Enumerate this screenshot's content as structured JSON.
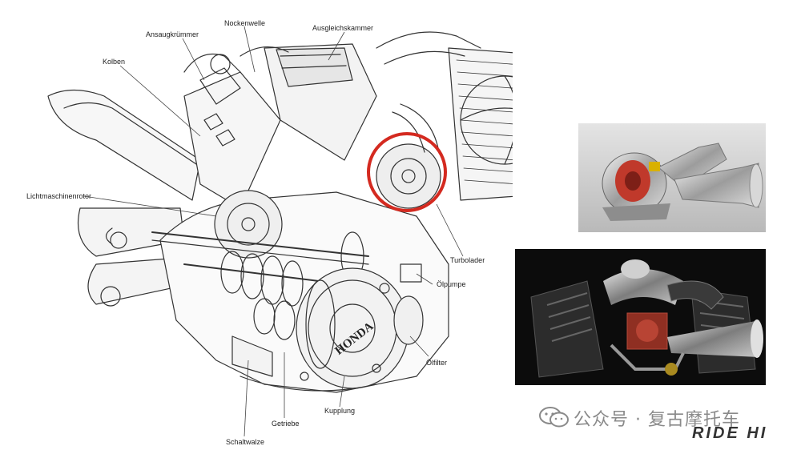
{
  "labels": {
    "nockenwelle": "Nockenwelle",
    "ansaugkruemmer": "Ansaugkrümmer",
    "ausgleichskammer": "Ausgleichskammer",
    "kolben": "Kolben",
    "lichtmaschinenrotor": "Lichtmaschinenrotor",
    "turbolader": "Turbolader",
    "oelpumpe": "Ölpumpe",
    "oelfilter": "Ölfilter",
    "kupplung": "Kupplung",
    "getriebe": "Getriebe",
    "schaltwalze": "Schaltwalze"
  },
  "engine_badge": "HONDA",
  "highlight_color": "#d42a20",
  "watermark": {
    "text": "公众号 · 复古摩托车",
    "logo": "RIDE HI",
    "icon": "wechat-icon"
  }
}
